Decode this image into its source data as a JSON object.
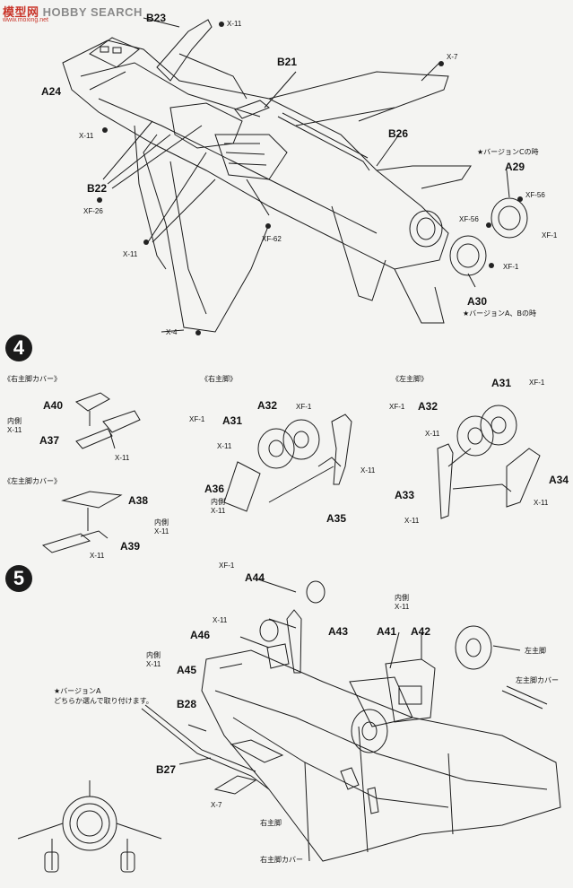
{
  "watermark": {
    "brand_cn": "模型网",
    "brand_en": "HOBBY SEARCH",
    "url": "www.moxing.net"
  },
  "steps": [
    {
      "number": "4"
    },
    {
      "number": "5"
    }
  ],
  "parts": {
    "B23": "B23",
    "B21": "B21",
    "A24": "A24",
    "B26": "B26",
    "B22": "B22",
    "A29": "A29",
    "A30": "A30",
    "A40": "A40",
    "A37": "A37",
    "A38": "A38",
    "A39": "A39",
    "A32r": "A32",
    "A31r": "A31",
    "A36": "A36",
    "A35": "A35",
    "A31l": "A31",
    "A32l": "A32",
    "A33": "A33",
    "A34": "A34",
    "A44": "A44",
    "A43": "A43",
    "A46": "A46",
    "A45": "A45",
    "A41": "A41",
    "A42": "A42",
    "B28": "B28",
    "B27": "B27"
  },
  "paints": {
    "x11": "X-11",
    "x7": "X-7",
    "x4": "X-4",
    "xf26": "XF-26",
    "xf62": "XF-62",
    "xf56": "XF-56",
    "xf1": "XF-1"
  },
  "notes": {
    "version_c": "★バージョンCの時",
    "version_ab": "★バージョンA、Bの時",
    "right_gear_cover": "《右主脚カバー》",
    "left_gear_cover": "《左主脚カバー》",
    "right_gear": "《右主脚》",
    "left_gear": "《左主脚》",
    "inner": "内側",
    "version_a": "★バージョンA",
    "choose": "どちらか選んで取り付けます。",
    "left_gear_plain": "左主脚",
    "left_gear_cover_plain": "左主脚カバー",
    "right_gear_plain": "右主脚",
    "right_gear_cover_plain": "右主脚カバー"
  }
}
